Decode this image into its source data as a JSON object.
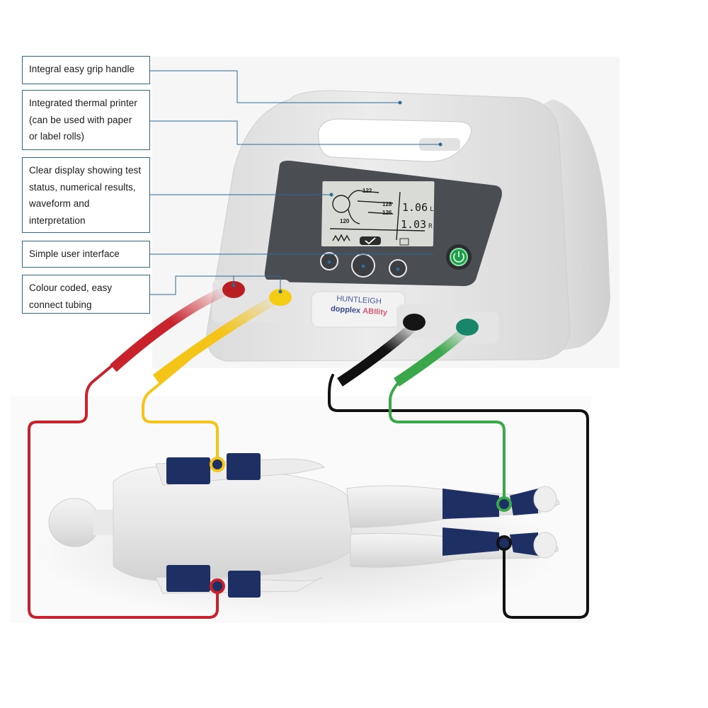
{
  "callouts": [
    {
      "id": "handle",
      "text": "Integral easy grip handle"
    },
    {
      "id": "printer",
      "text": "Integrated thermal printer (can be used with paper or label rolls)"
    },
    {
      "id": "display",
      "text": "Clear display showing test status, numerical results, waveform and interpretation"
    },
    {
      "id": "interface",
      "text": "Simple user interface"
    },
    {
      "id": "tubing",
      "text": "Colour coded, easy connect tubing"
    }
  ],
  "device": {
    "brand": "HUNTLEIGH",
    "product_prefix": "dopplex",
    "product_name": "ABIlity",
    "screen": {
      "pressures": [
        "122",
        "128",
        "126",
        "120"
      ],
      "result_left": "1.06",
      "result_left_side": "L",
      "result_right": "1.03",
      "result_right_side": "R",
      "softkeys": [
        "waveform-icon",
        "check-icon",
        "printer-icon"
      ]
    },
    "power_icon": "power-icon"
  },
  "tubing_colors": {
    "red": "#c8232c",
    "yellow": "#f5c418",
    "black": "#111111",
    "green": "#3aa84a"
  },
  "cuff_color": "#1d2f63",
  "callout_border_color": "#2e6a94",
  "cuff_locations": [
    {
      "color": "yellow",
      "site": "left arm"
    },
    {
      "color": "red",
      "site": "right arm"
    },
    {
      "color": "green",
      "site": "left ankle"
    },
    {
      "color": "black",
      "site": "right ankle"
    }
  ]
}
